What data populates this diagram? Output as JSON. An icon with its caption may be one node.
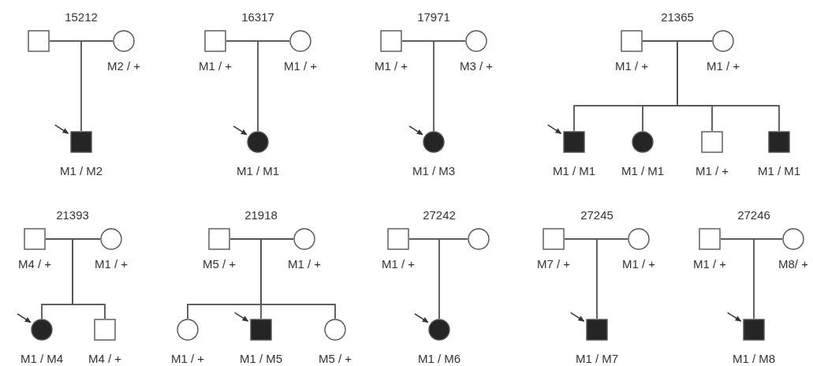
{
  "diagram": {
    "nodes": [
      {
        "text": [],
        "shape": "box"
      },
      {
        "text": [],
        "shape": "circle",
        "beside": [
          "M2 / +"
        ]
      },
      {
        "text": [],
        "shape": "filled-box",
        "beside": [
          "M1 / M2"
        ]
      },
      {
        "text": [],
        "shape": "box",
        "beside": [
          "M1 / +"
        ]
      },
      {
        "text": [],
        "shape": "circle",
        "beside": [
          "M1 / +"
        ]
      },
      {
        "text": [],
        "shape": "filled-circle",
        "beside": [
          "M1 / M1"
        ]
      },
      {
        "text": [],
        "shape": "box",
        "beside": [
          "M1 / +"
        ]
      },
      {
        "text": [],
        "shape": "circle",
        "beside": [
          "M3 / +"
        ]
      },
      {
        "text": [],
        "shape": "filled-circle",
        "beside": [
          "M1 / M3"
        ]
      },
      {
        "text": [],
        "shape": "box",
        "beside": [
          "M1 / +"
        ]
      },
      {
        "text": [],
        "shape": "circle",
        "beside": [
          "M1 / +"
        ]
      },
      {
        "text": [],
        "shape": "filled-box",
        "beside": [
          "M1 / M1"
        ]
      },
      {
        "text": [],
        "shape": "filled-circle",
        "beside": [
          "M1 / M1"
        ]
      },
      {
        "text": [],
        "shape": "box",
        "beside": [
          "M1 / +"
        ]
      },
      {
        "text": [],
        "shape": "filled-box",
        "beside": [
          "M1 / M1"
        ]
      },
      {
        "text": [],
        "shape": "box",
        "beside": [
          "M4 / +"
        ]
      },
      {
        "text": [],
        "shape": "circle",
        "beside": [
          "M1 / +"
        ]
      },
      {
        "text": [],
        "shape": "filled-circle",
        "beside": [
          "M1 / M4"
        ]
      },
      {
        "text": [],
        "shape": "box",
        "beside": [
          "M4 / +"
        ]
      },
      {
        "text": [],
        "shape": "box",
        "beside": [
          "M5 / +"
        ]
      },
      {
        "text": [],
        "shape": "circle",
        "beside": [
          "M1 / +"
        ]
      },
      {
        "text": [],
        "shape": "circle",
        "beside": [
          "M1 / +"
        ]
      },
      {
        "text": [],
        "shape": "filled-box",
        "beside": [
          "M1 / M5"
        ]
      },
      {
        "text": [],
        "shape": "circle",
        "beside": [
          "M5 / +"
        ]
      },
      {
        "text": [],
        "shape": "box",
        "beside": [
          "M1 / +"
        ]
      },
      {
        "text": [],
        "shape": "circle"
      },
      {
        "text": [],
        "shape": "filled-circle",
        "beside": [
          "M1 / M6"
        ]
      },
      {
        "text": [],
        "shape": "box",
        "beside": [
          "M7 / +"
        ]
      },
      {
        "text": [],
        "shape": "circle",
        "beside": [
          "M1 / +"
        ]
      },
      {
        "text": [],
        "shape": "filled-box",
        "beside": [
          "M1 / M7"
        ]
      },
      {
        "text": [],
        "shape": "box",
        "beside": [
          "M1 / +"
        ]
      },
      {
        "text": [],
        "shape": "circle",
        "beside": [
          "M8/ +"
        ]
      },
      {
        "text": [],
        "shape": "filled-box",
        "beside": [
          "M1 / M8"
        ]
      }
    ],
    "edges": [
      {
        "from": 0,
        "to": 1,
        "arrow": "none"
      },
      {
        "from": 0,
        "to": 2,
        "arrow": "none"
      },
      {
        "from": 1,
        "to": 2,
        "arrow": "none"
      },
      {
        "from": null,
        "to": 2,
        "arrow": "to"
      },
      {
        "from": 3,
        "to": 4,
        "arrow": "none"
      },
      {
        "from": 3,
        "to": 5,
        "arrow": "none"
      },
      {
        "from": 4,
        "to": 5,
        "arrow": "none"
      },
      {
        "from": null,
        "to": 5,
        "arrow": "to"
      },
      {
        "from": 6,
        "to": 7,
        "arrow": "none"
      },
      {
        "from": 6,
        "to": 8,
        "arrow": "none"
      },
      {
        "from": 7,
        "to": 8,
        "arrow": "none"
      },
      {
        "from": null,
        "to": 8,
        "arrow": "to"
      },
      {
        "from": 9,
        "to": 10,
        "arrow": "none"
      },
      {
        "from": 9,
        "to": 11,
        "arrow": "none"
      },
      {
        "from": 10,
        "to": 11,
        "arrow": "none"
      },
      {
        "from": 9,
        "to": 12,
        "arrow": "none"
      },
      {
        "from": 10,
        "to": 12,
        "arrow": "none"
      },
      {
        "from": 9,
        "to": 13,
        "arrow": "none"
      },
      {
        "from": 10,
        "to": 13,
        "arrow": "none"
      },
      {
        "from": 9,
        "to": 14,
        "arrow": "none"
      },
      {
        "from": 10,
        "to": 14,
        "arrow": "none"
      },
      {
        "from": null,
        "to": 11,
        "arrow": "to"
      },
      {
        "from": 15,
        "to": 16,
        "arrow": "none"
      },
      {
        "from": 15,
        "to": 17,
        "arrow": "none"
      },
      {
        "from": 16,
        "to": 17,
        "arrow": "none"
      },
      {
        "from": 15,
        "to": 18,
        "arrow": "none"
      },
      {
        "from": 16,
        "to": 18,
        "arrow": "none"
      },
      {
        "from": null,
        "to": 17,
        "arrow": "to"
      },
      {
        "from": 19,
        "to": 20,
        "arrow": "none"
      },
      {
        "from": 19,
        "to": 21,
        "arrow": "none"
      },
      {
        "from": 20,
        "to": 21,
        "arrow": "none"
      },
      {
        "from": 19,
        "to": 22,
        "arrow": "none"
      },
      {
        "from": 20,
        "to": 22,
        "arrow": "none"
      },
      {
        "from": 19,
        "to": 23,
        "arrow": "none"
      },
      {
        "from": 20,
        "to": 23,
        "arrow": "none"
      },
      {
        "from": null,
        "to": 22,
        "arrow": "to"
      },
      {
        "from": 24,
        "to": 25,
        "arrow": "none"
      },
      {
        "from": 24,
        "to": 26,
        "arrow": "none"
      },
      {
        "from": 25,
        "to": 26,
        "arrow": "none"
      },
      {
        "from": null,
        "to": 26,
        "arrow": "to"
      },
      {
        "from": 27,
        "to": 28,
        "arrow": "none"
      },
      {
        "from": 27,
        "to": 29,
        "arrow": "none"
      },
      {
        "from": 28,
        "to": 29,
        "arrow": "none"
      },
      {
        "from": null,
        "to": 29,
        "arrow": "to"
      },
      {
        "from": 30,
        "to": 31,
        "arrow": "none"
      },
      {
        "from": 30,
        "to": 32,
        "arrow": "none"
      },
      {
        "from": 31,
        "to": 32,
        "arrow": "none"
      },
      {
        "from": null,
        "to": 32,
        "arrow": "to"
      }
    ],
    "labels": [
      "15212",
      "16317",
      "17971",
      "21365",
      "21393",
      "21918",
      "27242",
      "27245",
      "27246"
    ]
  }
}
